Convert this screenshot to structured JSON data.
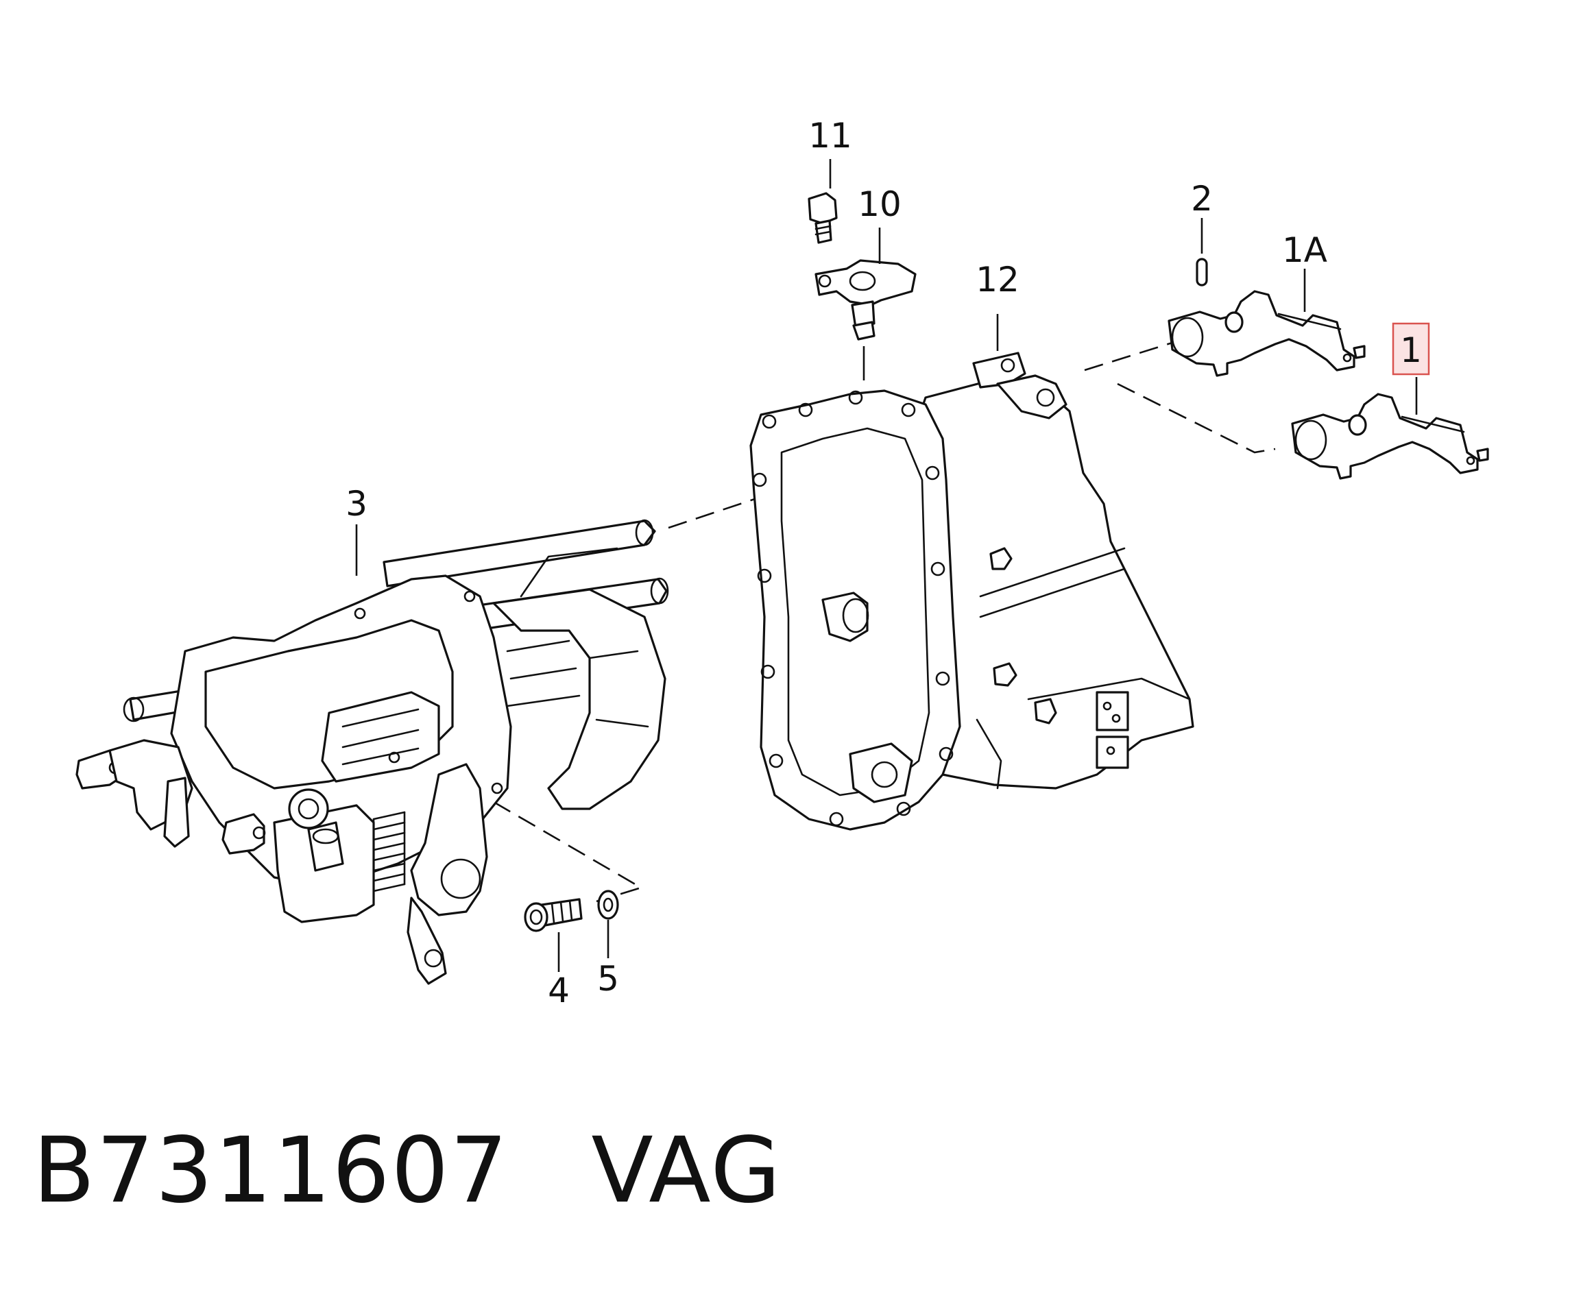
{
  "callouts": {
    "c1": "1",
    "c1A": "1A",
    "c2": "2",
    "c3": "3",
    "c4": "4",
    "c5": "5",
    "c10": "10",
    "c11": "11",
    "c12": "12"
  },
  "highlight": {
    "callout": "1",
    "border_color": "#d9534f",
    "fill_color": "#fbe3e3"
  },
  "caption": {
    "part_number": "B7311607",
    "brand": "VAG"
  }
}
